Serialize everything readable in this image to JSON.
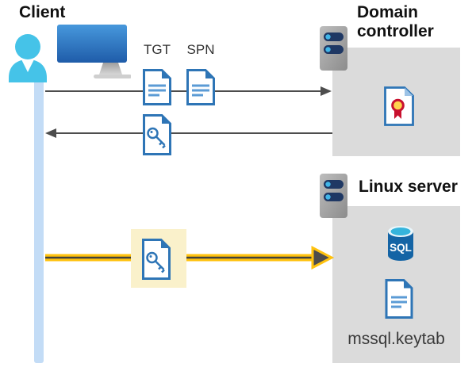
{
  "labels": {
    "client": "Client",
    "domain_controller": "Domain controller",
    "linux_server": "Linux server",
    "tgt": "TGT",
    "spn": "SPN",
    "sql": "SQL",
    "keytab_file": "mssql.keytab"
  },
  "colors": {
    "doc_border_blue": "#2E75B6",
    "doc_line_blue": "#5B9BD5",
    "doc_fold_light_blue": "#9DC3E6",
    "lifeline_light_blue": "#C3DCF6",
    "person_cyan": "#45C3E8",
    "monitor_blue_top": "#4798DC",
    "monitor_blue_bottom": "#1F5CA9",
    "gray_box": "#DBDBDB",
    "arrow_gray": "#4D4D4D",
    "yellow_arrow": "#FFC20E",
    "yellow_highlight": "#FAF1CB",
    "cert_ribbon_red": "#C8102E",
    "cert_seal_yellow": "#FFD34D",
    "sql_body_blue": "#1464A5",
    "sql_top_cyan": "#35B4DC",
    "server_pill_navy": "#1F3864",
    "server_dot_blue": "#41B6E8"
  }
}
